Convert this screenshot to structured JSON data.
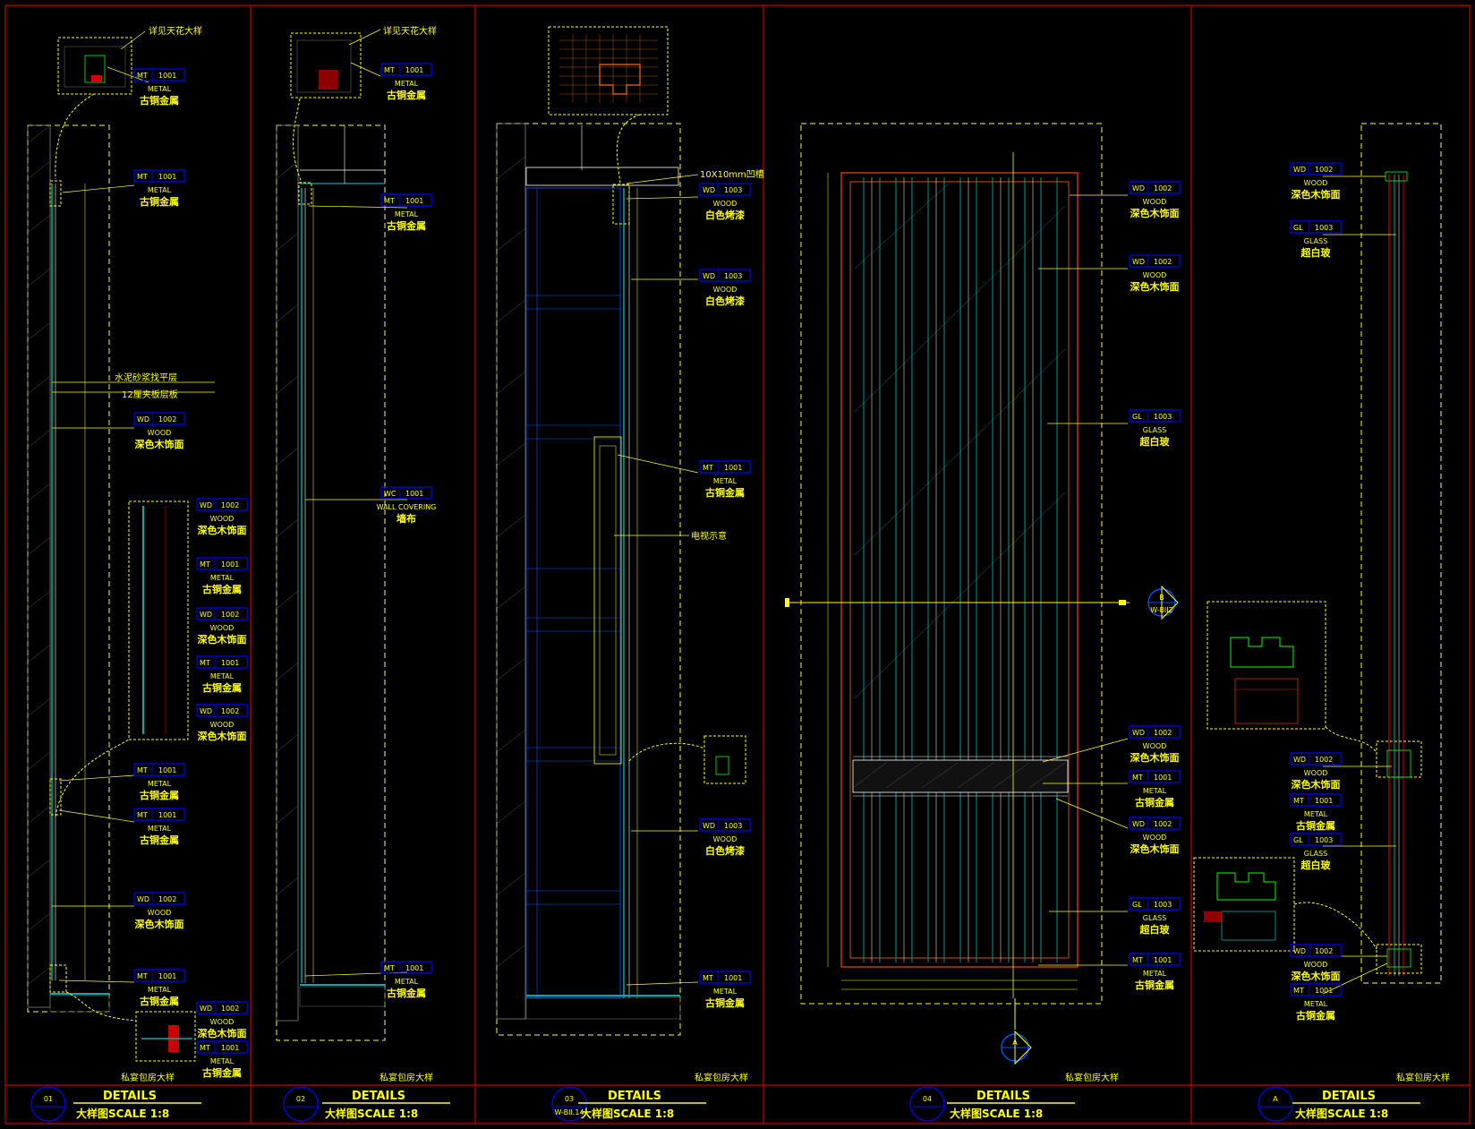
{
  "panels": [
    {
      "id": "p1",
      "num": "01",
      "title": "DETAILS",
      "subtitle": "大样图SCALE 1:8",
      "caption": "私宴包房大样"
    },
    {
      "id": "p2",
      "num": "02",
      "title": "DETAILS",
      "subtitle": "大样图SCALE 1:8",
      "caption": "私宴包房大样"
    },
    {
      "id": "p3",
      "num": "03",
      "ref": "W-BII.14",
      "title": "DETAILS",
      "subtitle": "大样图SCALE 1:8",
      "caption": "私宴包房大样"
    },
    {
      "id": "p4",
      "num": "04",
      "title": "DETAILS",
      "subtitle": "大样图SCALE 1:8",
      "caption": "私宴包房大样"
    },
    {
      "id": "p5",
      "num": "A",
      "title": "DETAILS",
      "subtitle": "大样图SCALE 1:8",
      "caption": "私宴包房大样"
    }
  ],
  "notes": {
    "ceiling_ref_1": "详见天花大样",
    "ceiling_ref_2": "详见天花大样",
    "cement_mortar": "水泥砂浆找平层",
    "plywood": "12厘夹板层板",
    "groove": "10X10mm凹槽",
    "tv": "电视示意"
  },
  "callout_text": {
    "mt": {
      "code": "MT",
      "num": "1001",
      "en": "METAL",
      "cn": "古铜金属"
    },
    "wd2": {
      "code": "WD",
      "num": "1002",
      "en": "WOOD",
      "cn": "深色木饰面"
    },
    "wd3": {
      "code": "WD",
      "num": "1003",
      "en": "WOOD",
      "cn": "白色烤漆"
    },
    "wc": {
      "code": "WC",
      "num": "1001",
      "en": "WALL COVERING",
      "cn": "墙布"
    },
    "gl": {
      "code": "GL",
      "num": "1003",
      "en": "GLASS",
      "cn": "超白玻"
    }
  },
  "section_marks": {
    "b": "B",
    "b_ref": "W-BII2",
    "a": "A"
  },
  "colors": {
    "background": "#000000",
    "frame": "#cc0000",
    "label": "#ffff00",
    "tag_box": "#0000ff",
    "line_cyan": "#00aaaa",
    "line_white": "#ffffff"
  }
}
